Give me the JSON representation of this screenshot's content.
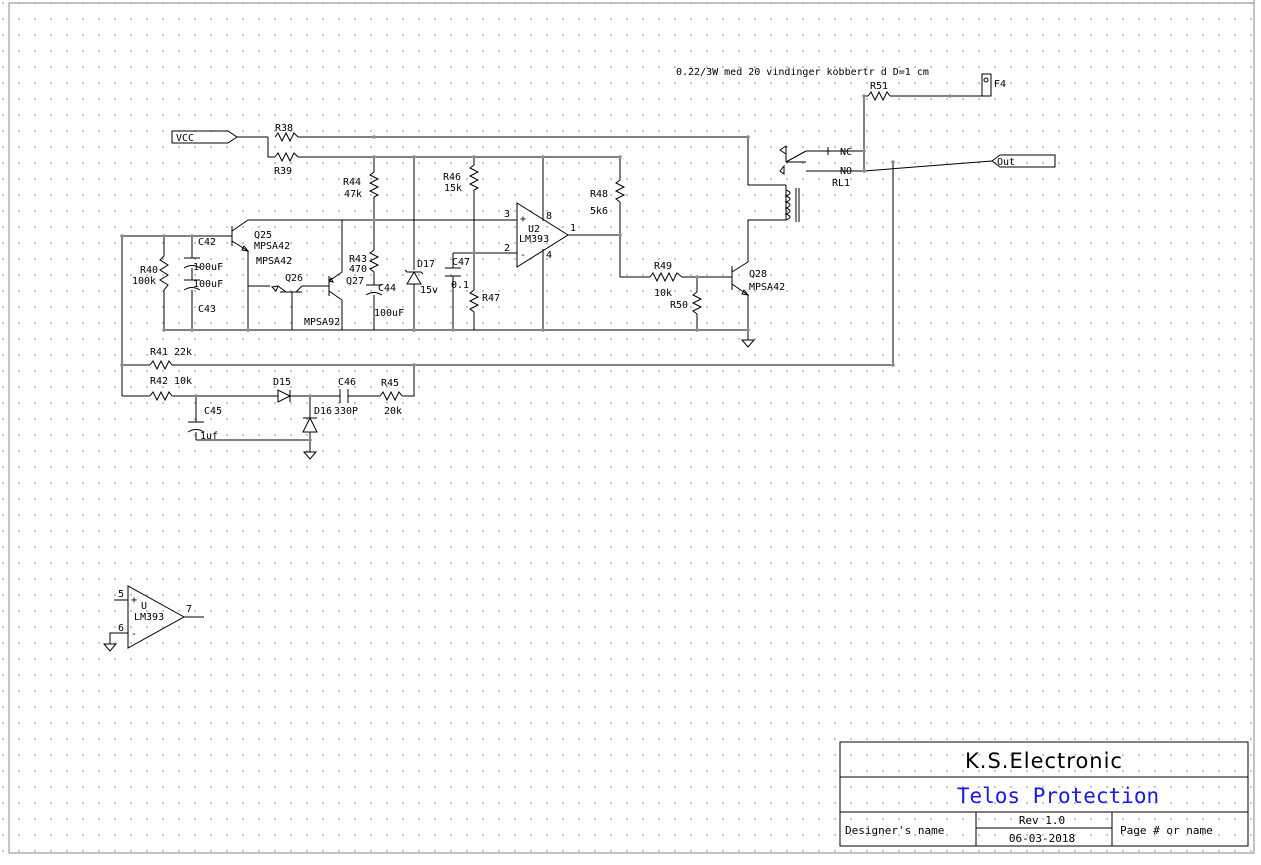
{
  "note": "0.22/3W med 20 vindinger kobbertr d D=1 cm",
  "nets": {
    "vcc": "VCC",
    "out": "Out",
    "f4": "F4"
  },
  "resistors": {
    "r38": "R38",
    "r39": "R39",
    "r40": "R40",
    "r40_val": "100k",
    "r41": "R41",
    "r41_val": "22k",
    "r42": "R42",
    "r42_val": "10k",
    "r43": "R43",
    "r43_val": "470",
    "r44": "R44",
    "r44_val": "47k",
    "r45": "R45",
    "r45_val": "20k",
    "r46": "R46",
    "r46_val": "15k",
    "r47": "R47",
    "r48": "R48",
    "r48_val": "5k6",
    "r49": "R49",
    "r49_val": "10k",
    "r50": "R50",
    "r51": "R51"
  },
  "capacitors": {
    "c42": "C42",
    "c42_val": "100uF",
    "c43": "C43",
    "c43_val": "100uF",
    "c44": "C44",
    "c44_val": "100uF",
    "c45": "C45",
    "c45_val": "1uf",
    "c46": "C46",
    "c46_val": "330P",
    "c47": "C47",
    "c47_val": "0.1"
  },
  "diodes": {
    "d15": "D15",
    "d16": "D16",
    "d17": "D17",
    "d17_val": "15v"
  },
  "transistors": {
    "q25": "Q25",
    "q25_val": "MPSA42",
    "q25_val2": "MPSA42",
    "q26": "Q26",
    "q27": "Q27",
    "q27_val": "MPSA92",
    "q28": "Q28",
    "q28_val": "MPSA42"
  },
  "opamps": {
    "u2": "U2",
    "u2_part": "LM393",
    "u2_pin_plus": "3",
    "u2_pin_minus": "2",
    "u2_pin_out": "1",
    "u2_pin_vcc": "8",
    "u2_pin_gnd": "4",
    "u": "U",
    "u_part": "LM393",
    "u_pin_plus": "5",
    "u_pin_minus": "6",
    "u_pin_out": "7"
  },
  "relay": {
    "name": "RL1",
    "nc": "NC",
    "no": "NO"
  },
  "title_block": {
    "company": "K.S.Electronic",
    "project": "Telos Protection",
    "designer": "Designer's name",
    "rev": "Rev 1.0",
    "date": "06-03-2018",
    "page": "Page # or name"
  }
}
